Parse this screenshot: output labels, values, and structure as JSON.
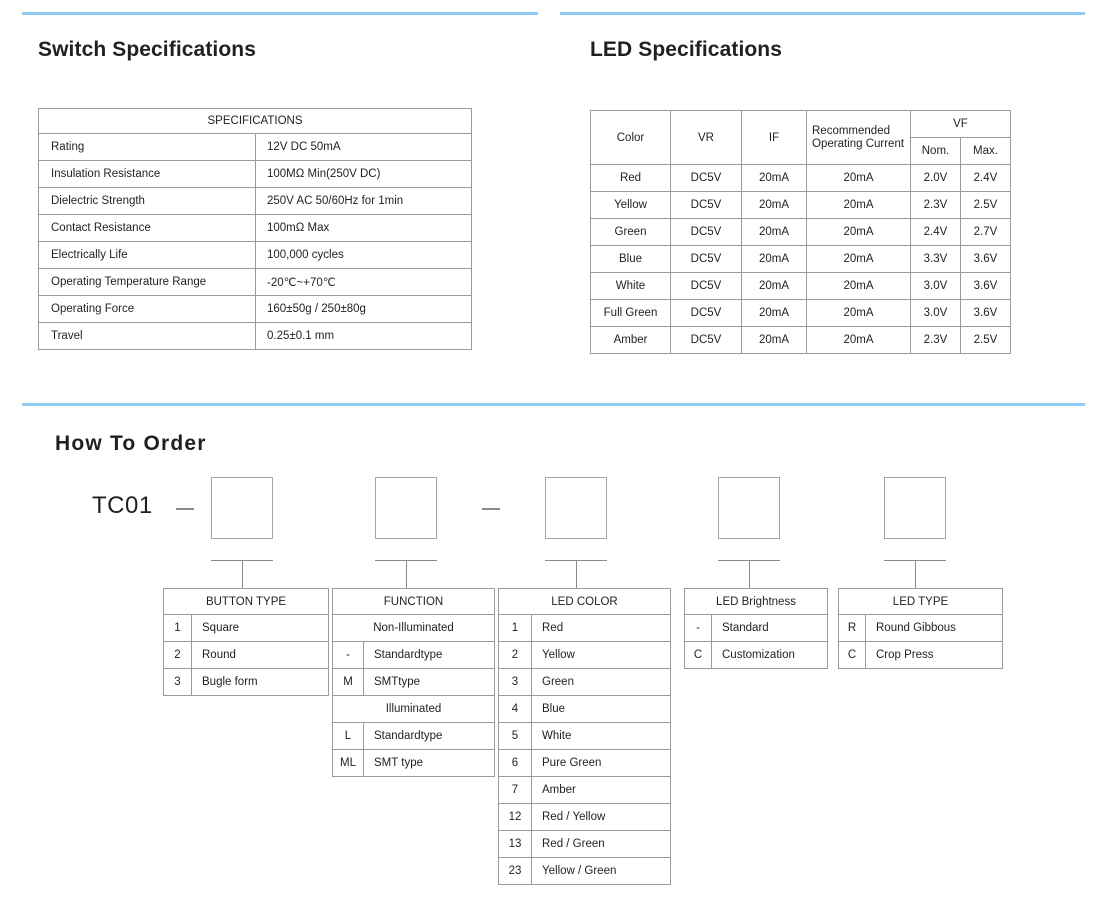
{
  "dividers": {
    "accent_color": "#8fcdf4"
  },
  "sections": {
    "switch_title": "Switch Specifications",
    "led_title": "LED Specifications",
    "order_title": "How  To  Order"
  },
  "switch_specifications": {
    "header": "SPECIFICATIONS",
    "rows": [
      {
        "key": "Rating",
        "value": "12V DC 50mA"
      },
      {
        "key": "Insulation Resistance",
        "value": "100MΩ Min(250V DC)"
      },
      {
        "key": "Dielectric Strength",
        "value": "250V AC 50/60Hz  for 1min"
      },
      {
        "key": "Contact Resistance",
        "value": "100mΩ Max"
      },
      {
        "key": "Electrically Life",
        "value": "100,000 cycles"
      },
      {
        "key": "Operating Temperature Range",
        "value": "-20℃~+70℃"
      },
      {
        "key": "Operating Force",
        "value": "160±50g / 250±80g"
      },
      {
        "key": "Travel",
        "value": "0.25±0.1 mm"
      }
    ]
  },
  "led_specifications": {
    "headers": {
      "color": "Color",
      "vr": "VR",
      "if": "IF",
      "recommended_operating_current": "Recommended Operating Current",
      "vf": "VF",
      "vf_nom": "Nom.",
      "vf_max": "Max."
    },
    "rows": [
      {
        "color": "Red",
        "vr": "DC5V",
        "if": "20mA",
        "roc": "20mA",
        "nom": "2.0V",
        "max": "2.4V"
      },
      {
        "color": "Yellow",
        "vr": "DC5V",
        "if": "20mA",
        "roc": "20mA",
        "nom": "2.3V",
        "max": "2.5V"
      },
      {
        "color": "Green",
        "vr": "DC5V",
        "if": "20mA",
        "roc": "20mA",
        "nom": "2.4V",
        "max": "2.7V"
      },
      {
        "color": "Blue",
        "vr": "DC5V",
        "if": "20mA",
        "roc": "20mA",
        "nom": "3.3V",
        "max": "3.6V"
      },
      {
        "color": "White",
        "vr": "DC5V",
        "if": "20mA",
        "roc": "20mA",
        "nom": "3.0V",
        "max": "3.6V"
      },
      {
        "color": "Full Green",
        "vr": "DC5V",
        "if": "20mA",
        "roc": "20mA",
        "nom": "3.0V",
        "max": "3.6V"
      },
      {
        "color": "Amber",
        "vr": "DC5V",
        "if": "20mA",
        "roc": "20mA",
        "nom": "2.3V",
        "max": "2.5V"
      }
    ]
  },
  "order_code": {
    "prefix": "TC01",
    "boxes": [
      "",
      "",
      "",
      "",
      ""
    ],
    "separators": [
      "—",
      "—"
    ]
  },
  "order_tables": {
    "button_type": {
      "header": "BUTTON TYPE",
      "rows": [
        {
          "key": "1",
          "value": "Square"
        },
        {
          "key": "2",
          "value": "Round"
        },
        {
          "key": "3",
          "value": "Bugle form"
        }
      ]
    },
    "function": {
      "header": "FUNCTION",
      "group_non_illuminated": "Non-Illuminated",
      "group_illuminated": "Illuminated",
      "rows_non_illuminated": [
        {
          "key": "-",
          "value": "Standardtype"
        },
        {
          "key": "M",
          "value": "SMTtype"
        }
      ],
      "rows_illuminated": [
        {
          "key": "L",
          "value": "Standardtype"
        },
        {
          "key": "ML",
          "value": "SMT type"
        }
      ]
    },
    "led_color": {
      "header": "LED COLOR",
      "rows": [
        {
          "key": "1",
          "value": "Red"
        },
        {
          "key": "2",
          "value": "Yellow"
        },
        {
          "key": "3",
          "value": "Green"
        },
        {
          "key": "4",
          "value": "Blue"
        },
        {
          "key": "5",
          "value": "White"
        },
        {
          "key": "6",
          "value": "Pure Green"
        },
        {
          "key": "7",
          "value": "Amber"
        },
        {
          "key": "12",
          "value": "Red / Yellow"
        },
        {
          "key": "13",
          "value": "Red / Green"
        },
        {
          "key": "23",
          "value": "Yellow / Green"
        }
      ]
    },
    "led_brightness": {
      "header": "LED Brightness",
      "rows": [
        {
          "key": "-",
          "value": "Standard"
        },
        {
          "key": "C",
          "value": "Customization"
        }
      ]
    },
    "led_type": {
      "header": "LED TYPE",
      "rows": [
        {
          "key": "R",
          "value": "Round Gibbous"
        },
        {
          "key": "C",
          "value": "Crop Press"
        }
      ]
    }
  }
}
